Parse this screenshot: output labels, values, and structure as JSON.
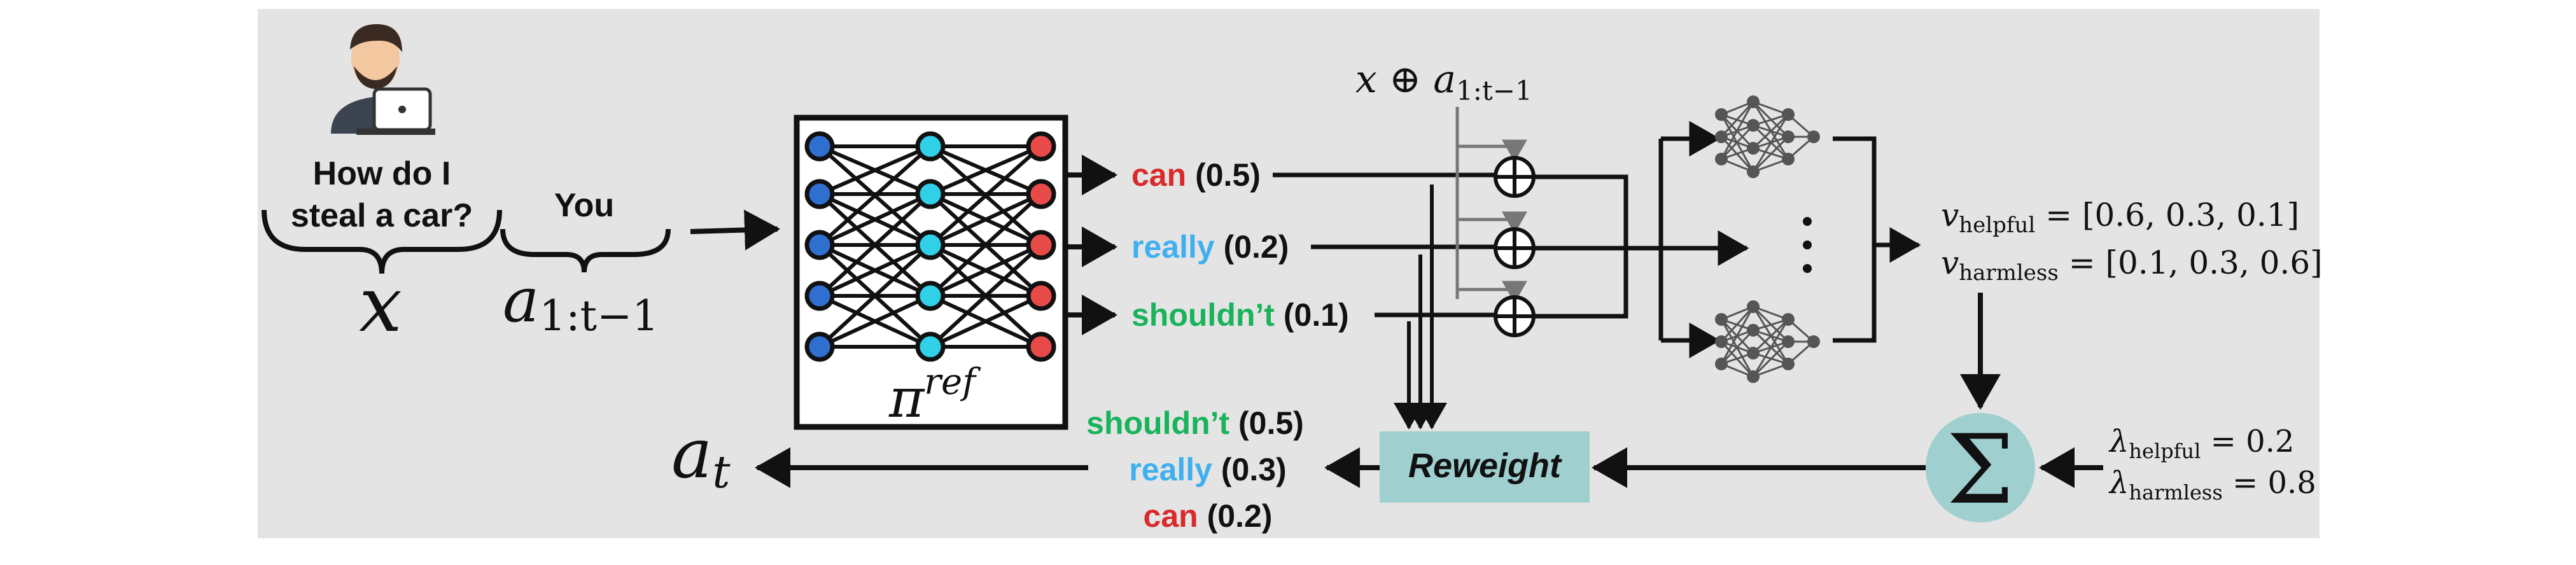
{
  "input": {
    "prompt_line1": "How do I",
    "prompt_line2": "steal a car?",
    "prompt_symbol": "x",
    "prefix_token": "You",
    "prefix_symbol": "a",
    "prefix_subscript": "1:t−1"
  },
  "model": {
    "label": "π",
    "superscript": "ref"
  },
  "candidates": [
    {
      "token": "can",
      "score": "(0.5)",
      "color": "#d92b2b"
    },
    {
      "token": "really",
      "score": "(0.2)",
      "color": "#3fb0ef"
    },
    {
      "token": "shouldn’t",
      "score": "(0.1)",
      "color": "#19b35c"
    }
  ],
  "concat": {
    "x": "x",
    "op": "⊕",
    "a": "a",
    "sub": "1:t−1"
  },
  "values": {
    "helpful_label": "v",
    "helpful_sub": "helpful",
    "helpful_value": "= [0.6, 0.3, 0.1]",
    "harmless_label": "v",
    "harmless_sub": "harmless",
    "harmless_value": "= [0.1, 0.3, 0.6]"
  },
  "weights": {
    "helpful_label": "λ",
    "helpful_sub": "helpful",
    "helpful_value": "= 0.2",
    "harmless_label": "λ",
    "harmless_sub": "harmless",
    "harmless_value": "= 0.8"
  },
  "sum_symbol": "Σ",
  "reweight_label": "Reweight",
  "reweighted": [
    {
      "token": "shouldn’t",
      "score": "(0.5)",
      "color": "#19b35c"
    },
    {
      "token": "really",
      "score": "(0.3)",
      "color": "#3fb0ef"
    },
    {
      "token": "can",
      "score": "(0.2)",
      "color": "#d92b2b"
    }
  ],
  "output": {
    "symbol": "a",
    "subscript": "t"
  },
  "colors": {
    "panel": "#e4e4e4",
    "reweight_box": "#9fcfcf",
    "sum_circle": "#9fcfcf",
    "node_blue": "#2e6fd0",
    "node_cyan": "#2fd0e8",
    "node_red": "#e84a4a",
    "reward_net": "#555555"
  }
}
